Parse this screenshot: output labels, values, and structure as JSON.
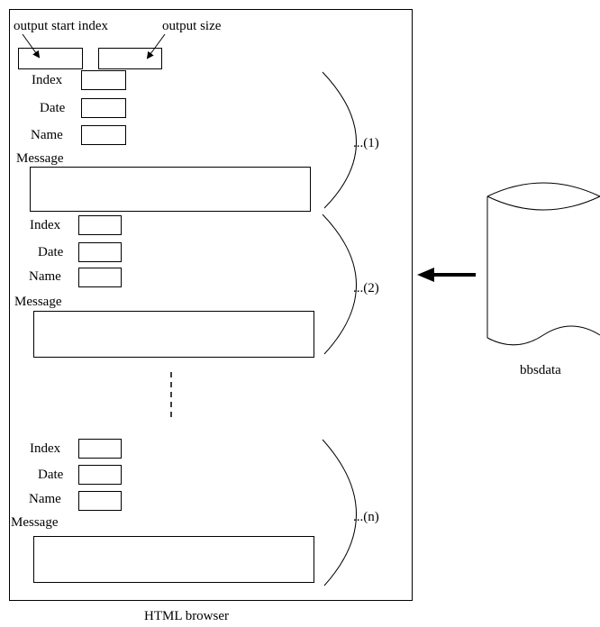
{
  "header": {
    "start_index_label": "output start index",
    "size_label": "output size"
  },
  "groups": [
    {
      "index_label": "Index",
      "date_label": "Date",
      "name_label": "Name",
      "message_label": "Message",
      "marker": "...(1)"
    },
    {
      "index_label": "Index",
      "date_label": "Date",
      "name_label": "Name",
      "message_label": "Message",
      "marker": "...(2)"
    },
    {
      "index_label": "Index",
      "date_label": "Date",
      "name_label": "Name",
      "message_label": "Message",
      "marker": "...(n)"
    }
  ],
  "browser_caption": "HTML browser",
  "database_label": "bbsdata"
}
